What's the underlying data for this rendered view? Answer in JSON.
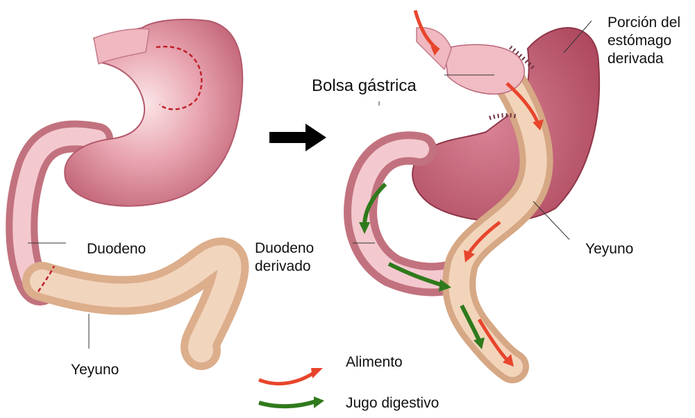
{
  "labels": {
    "left_duodeno": "Duodeno",
    "left_yeyuno": "Yeyuno",
    "bolsa_gastrica": "Bolsa gástrica",
    "porcion_line1": "Porción del",
    "porcion_line2": "estómago",
    "porcion_line3": "derivada",
    "duodeno_derivado_line1": "Duodeno",
    "duodeno_derivado_line2": "derivado",
    "right_yeyuno": "Yeyuno"
  },
  "legend": {
    "food": {
      "label": "Alimento",
      "color": "#e8452c"
    },
    "juice": {
      "label": "Jugo digestivo",
      "color": "#2f7a1c"
    }
  },
  "colors": {
    "stomach": "#c96a7c",
    "stomach_light": "#f2c2c8",
    "jejunum": "#e9c3a3",
    "jejunum_edge": "#d6a885",
    "cut_line": "#c0202a",
    "staple": "#7a3a4a",
    "transition_arrow": "#000000"
  }
}
